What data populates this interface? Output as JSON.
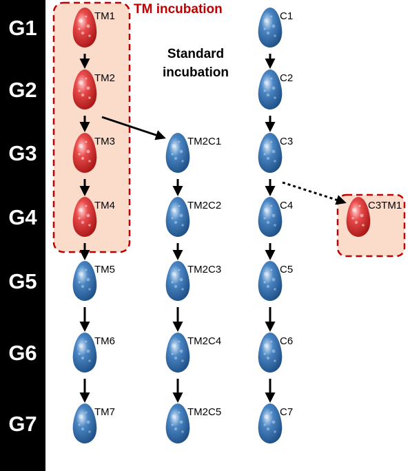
{
  "generations": [
    "G1",
    "G2",
    "G3",
    "G4",
    "G5",
    "G6",
    "G7"
  ],
  "titles": {
    "tm_incubation": "TM incubation",
    "standard_line1": "Standard",
    "standard_line2": "incubation"
  },
  "lines": {
    "tm": [
      "TM1",
      "TM2",
      "TM3",
      "TM4",
      "TM5",
      "TM6",
      "TM7"
    ],
    "tm2c": [
      "TM2C1",
      "TM2C2",
      "TM2C3",
      "TM2C4",
      "TM2C5"
    ],
    "c": [
      "C1",
      "C2",
      "C3",
      "C4",
      "C5",
      "C6",
      "C7"
    ],
    "c3tm": [
      "C3TM1"
    ]
  },
  "colors": {
    "tm_egg": "#d42a2a",
    "control_egg": "#2f6fb0",
    "box_border": "#c00000",
    "box_fill": "#fbdccb",
    "sidebar": "#000000"
  }
}
